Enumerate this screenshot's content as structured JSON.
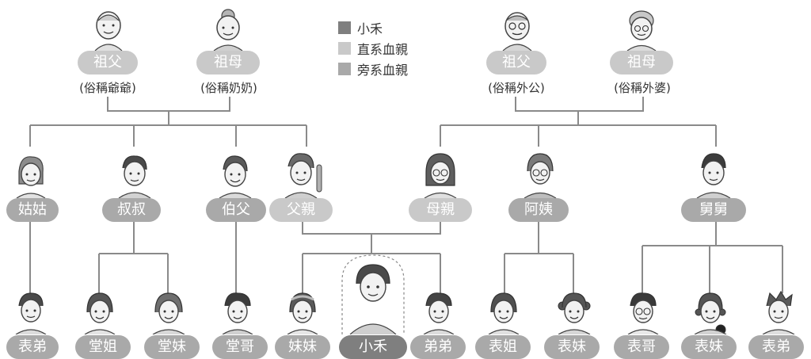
{
  "legend": [
    {
      "label": "小禾",
      "color": "#7f7f7f"
    },
    {
      "label": "直系血親",
      "color": "#c9c9c9"
    },
    {
      "label": "旁系血親",
      "color": "#a9a9a9"
    }
  ],
  "grandparents": {
    "paternal_grandfather": {
      "label": "祖父",
      "nickname": "(俗稱爺爺)"
    },
    "paternal_grandmother": {
      "label": "祖母",
      "nickname": "(俗稱奶奶)"
    },
    "maternal_grandfather": {
      "label": "祖父",
      "nickname": "(俗稱外公)"
    },
    "maternal_grandmother": {
      "label": "祖母",
      "nickname": "(俗稱外婆)"
    }
  },
  "parents_generation": {
    "gugu": "姑姑",
    "shushu": "叔叔",
    "bofu": "伯父",
    "father": "父親",
    "mother": "母親",
    "ayi": "阿姨",
    "jiujiu": "舅舅"
  },
  "children_generation": {
    "biaodi_1": "表弟",
    "tangjie": "堂姐",
    "tangmei": "堂妹",
    "tangge": "堂哥",
    "meimei": "妹妹",
    "self": "小禾",
    "didi": "弟弟",
    "biaojie": "表姐",
    "biaomei_1": "表妹",
    "biaoge": "表哥",
    "biaomei_2": "表妹",
    "biaodi_2": "表弟"
  }
}
